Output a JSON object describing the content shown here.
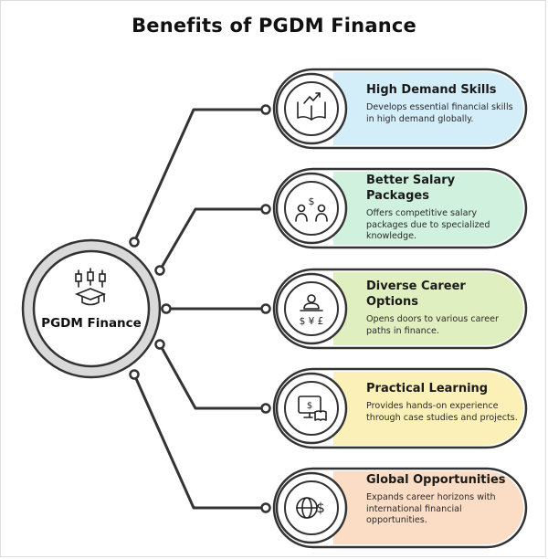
{
  "title": "Benefits of PGDM Finance",
  "hub": {
    "label": "PGDM Finance",
    "icon": "graduation-cap-candlestick-icon"
  },
  "benefits": [
    {
      "title": "High Demand Skills",
      "description": "Develops essential financial skills in high demand globally.",
      "color": "#d3eef8",
      "icon": "book-trend-arrow-icon"
    },
    {
      "title": "Better Salary Packages",
      "description": "Offers competitive salary packages due to specialized knowledge.",
      "color": "#cff1dd",
      "icon": "people-dollar-icon"
    },
    {
      "title": "Diverse Career Options",
      "description": "Opens doors to various career paths in finance.",
      "color": "#e0efbf",
      "icon": "person-currencies-icon"
    },
    {
      "title": "Practical Learning",
      "description": "Provides hands-on experience through case studies and projects.",
      "color": "#fbf0b8",
      "icon": "monitor-dollar-book-icon"
    },
    {
      "title": "Global Opportunities",
      "description": "Expands career horizons with international financial opportunities.",
      "color": "#fbdcc4",
      "icon": "globe-dollar-icon"
    }
  ]
}
